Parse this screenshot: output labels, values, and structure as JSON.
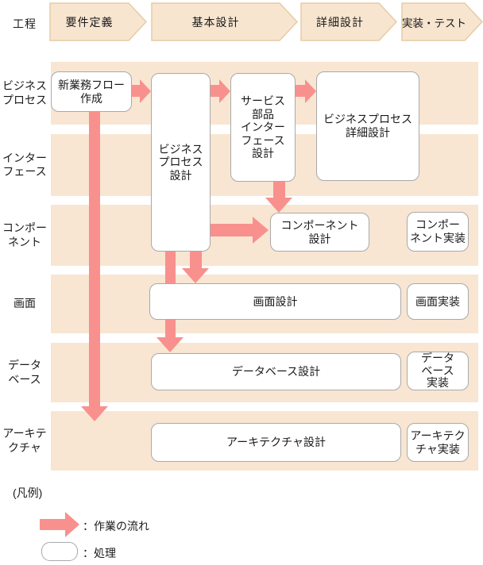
{
  "header": {
    "label": "工程",
    "phases": [
      {
        "label": "要件定義"
      },
      {
        "label": "基本設計"
      },
      {
        "label": "詳細設計"
      },
      {
        "label": "実装・テスト"
      }
    ]
  },
  "rows": [
    {
      "label": "ビジネス\nプロセス"
    },
    {
      "label": "インター\nフェース"
    },
    {
      "label": "コンポー\nネント"
    },
    {
      "label": "画面"
    },
    {
      "label": "データ\nベース"
    },
    {
      "label": "アーキテ\nクチャ"
    }
  ],
  "boxes": {
    "new_flow": "新業務フロー\n作成",
    "bp_design": "ビジネス\nプロセス\n設計",
    "service_if": "サービス\n部品\nインター\nフェース\n設計",
    "bp_detail": "ビジネスプロセス\n詳細設計",
    "comp_design": "コンポーネント\n設計",
    "comp_impl": "コンポー\nネント実装",
    "screen_design": "画面設計",
    "screen_impl": "画面実装",
    "db_design": "データベース設計",
    "db_impl": "データ\nベース\n実装",
    "arch_design": "アーキテクチャ設計",
    "arch_impl": "アーキテク\nチャ実装"
  },
  "legend": {
    "title": "(凡例)",
    "flow_label": "：作業の流れ",
    "process_label": "：処理"
  },
  "colors": {
    "band": "#f8e6d2",
    "chevron_fill": "#f7e5d0",
    "chevron_border": "#e7cba4",
    "arrow": "#f8918e",
    "box_border": "#a9a9a9",
    "box_fill": "#ffffff",
    "text": "#1a1a1a"
  }
}
